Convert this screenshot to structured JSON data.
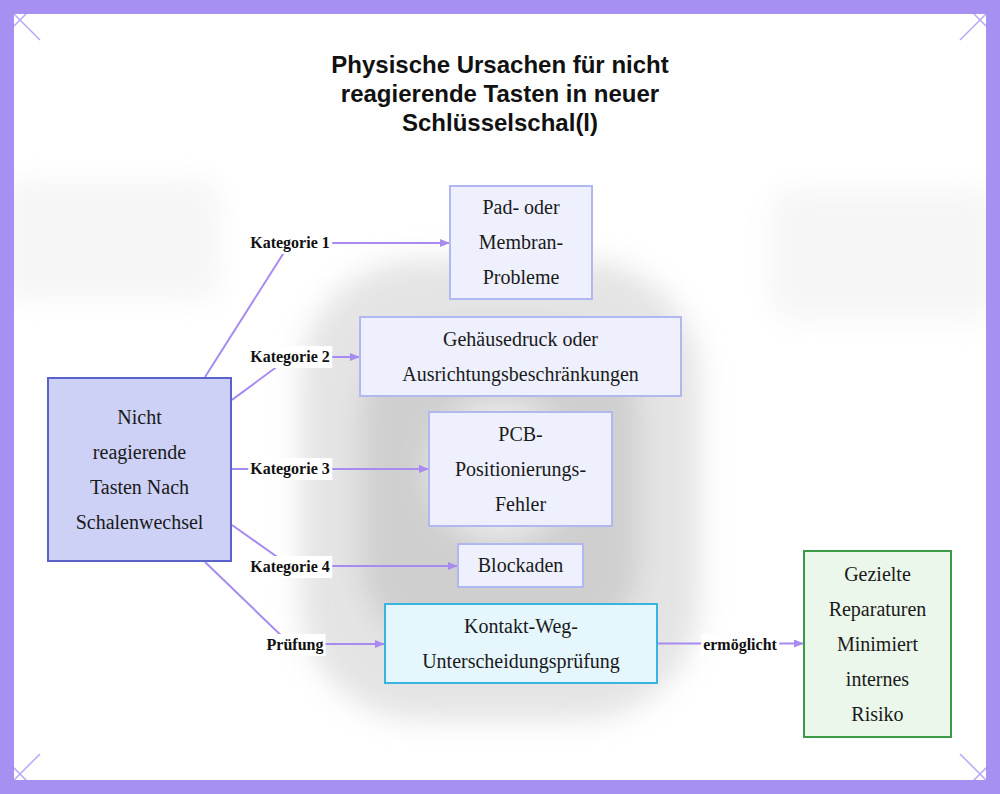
{
  "diagram": {
    "title": "Physische Ursachen für nicht reagierende Tasten in neuer Schlüsselschal(l)",
    "nodes": [
      {
        "text": [
          "Nicht reagierende Tasten Nach Schalenwechsel"
        ]
      },
      {
        "text": [
          "Pad- oder Membran-Probleme"
        ]
      },
      {
        "text": [
          "Gehäusedruck oder Ausrichtungsbeschränkungen"
        ]
      },
      {
        "text": [
          "PCB-Positionierungs-Fehler"
        ]
      },
      {
        "text": [
          "Blockaden"
        ]
      },
      {
        "text": [
          "Kontakt-Weg-Unterscheidungsprüfung"
        ]
      },
      {
        "text": [
          "Gezielte Reparaturen Minimiert internes Risiko"
        ]
      }
    ],
    "edges": [
      {
        "from": 0,
        "to": 1,
        "label": "Kategorie 1",
        "arrow": "to"
      },
      {
        "from": 0,
        "to": 2,
        "label": "Kategorie 2",
        "arrow": "to"
      },
      {
        "from": 0,
        "to": 3,
        "label": "Kategorie 3",
        "arrow": "to"
      },
      {
        "from": 0,
        "to": 4,
        "label": "Kategorie 4",
        "arrow": "to"
      },
      {
        "from": 0,
        "to": 5,
        "label": "Prüfung",
        "arrow": "to"
      },
      {
        "from": 5,
        "to": 6,
        "label": "ermöglicht",
        "arrow": "to"
      }
    ]
  }
}
